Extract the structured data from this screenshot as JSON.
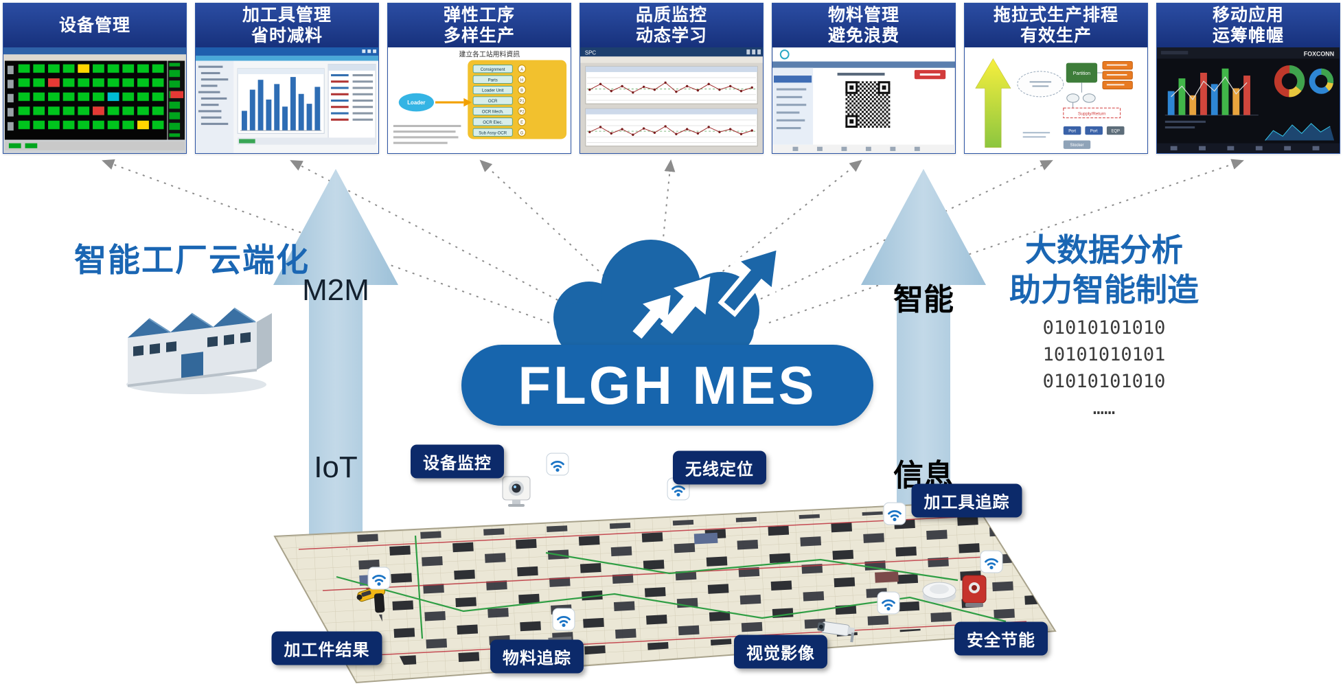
{
  "cards": [
    {
      "lines": [
        "设备管理",
        ""
      ]
    },
    {
      "lines": [
        "加工具管理",
        "省时减料"
      ]
    },
    {
      "lines": [
        "弹性工序",
        "多样生产"
      ]
    },
    {
      "lines": [
        "品质监控",
        "动态学习"
      ]
    },
    {
      "lines": [
        "物料管理",
        "避免浪费"
      ]
    },
    {
      "lines": [
        "拖拉式生产排程",
        "有效生产"
      ]
    },
    {
      "lines": [
        "移动应用",
        "运筹帷幄"
      ]
    }
  ],
  "flow_card": {
    "title": "建立各工站用料資訊",
    "source": "Loader",
    "steps": [
      {
        "label": "Consignment",
        "tag": "A"
      },
      {
        "label": "Parts",
        "tag": "H"
      },
      {
        "label": "Loader Unit",
        "tag": "B"
      },
      {
        "label": "OCR",
        "tag": "P1"
      },
      {
        "label": "OCR Mech.",
        "tag": "P2"
      },
      {
        "label": "OCR Elec.",
        "tag": "E"
      },
      {
        "label": "Sub Assy-OCR",
        "tag": "G"
      }
    ]
  },
  "spc_card": {
    "titlebar": "SPC"
  },
  "schedule_card": {
    "partition": "Partition",
    "supply": "Supply/Return",
    "port1": "Port",
    "port2": "Port",
    "eqp": "EQP",
    "stocker": "Stocker"
  },
  "mobile_card": {
    "brand": "FOXCONN"
  },
  "center": {
    "product": "FLGH MES"
  },
  "left_section": {
    "headline": "智能工厂云端化"
  },
  "right_section": {
    "headline1": "大数据分析",
    "headline2": "助力智能制造",
    "binary": [
      "01010101010",
      "10101010101",
      "01010101010",
      "……"
    ]
  },
  "pillars": {
    "left_top": "M2M",
    "left_bottom": "IoT",
    "right_top": "智能",
    "right_bottom": "信息"
  },
  "floor_labels": {
    "device_monitor": "设备监控",
    "wireless_location": "无线定位",
    "tool_tracking": "加工具追踪",
    "workpiece_result": "加工件结果",
    "material_tracking": "物料追踪",
    "vision_imaging": "视觉影像",
    "safety_energy": "安全节能"
  },
  "colors": {
    "cloud_blue": "#1b66a8",
    "card_header_blue": "#1c3a8c",
    "badge_navy": "#0c2a6a",
    "pillar_arrow": "#a9c8de",
    "headline_blue": "#1a66b3"
  }
}
